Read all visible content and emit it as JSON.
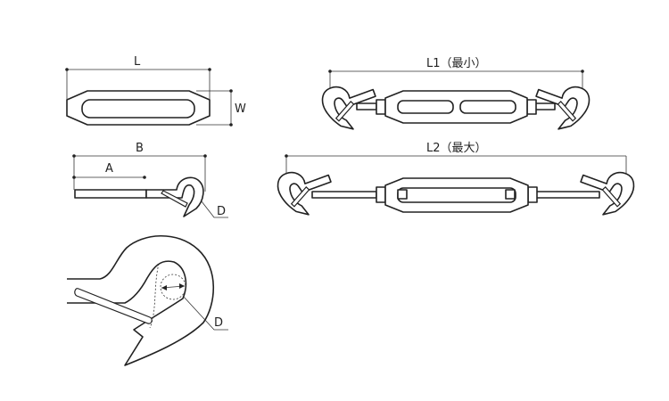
{
  "labels": {
    "body_length": "L",
    "body_width": "W",
    "hook_length": "B",
    "thread_length": "A",
    "hook_opening": "D",
    "min_length": "L1（最小）",
    "max_length": "L2（最大）",
    "detail_opening": "D"
  }
}
